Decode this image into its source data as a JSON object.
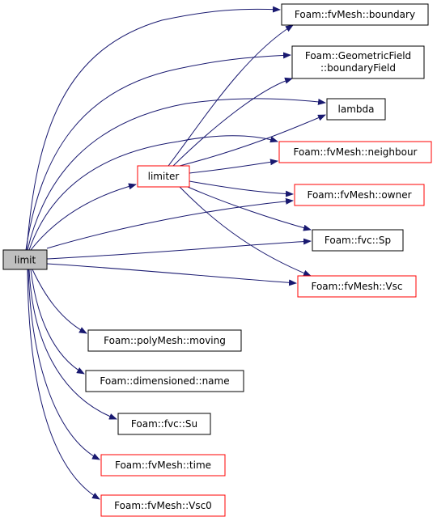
{
  "colors": {
    "edge": "#191970",
    "node_border_default": "#000000",
    "node_border_external": "#ff0000",
    "root_fill": "#bfbfbf",
    "node_fill": "#ffffff"
  },
  "nodes": {
    "limit": {
      "label": "limit",
      "kind": "root"
    },
    "limiter": {
      "label": "limiter",
      "kind": "external"
    },
    "boundary": {
      "label": "Foam::fvMesh::boundary",
      "kind": "default"
    },
    "geometricfield": {
      "label1": "Foam::GeometricField",
      "label2": "::boundaryField",
      "kind": "default"
    },
    "lambda": {
      "label": "lambda",
      "kind": "default"
    },
    "neighbour": {
      "label": "Foam::fvMesh::neighbour",
      "kind": "external"
    },
    "owner": {
      "label": "Foam::fvMesh::owner",
      "kind": "external"
    },
    "sp": {
      "label": "Foam::fvc::Sp",
      "kind": "default"
    },
    "vsc": {
      "label": "Foam::fvMesh::Vsc",
      "kind": "external"
    },
    "moving": {
      "label": "Foam::polyMesh::moving",
      "kind": "default"
    },
    "name": {
      "label": "Foam::dimensioned::name",
      "kind": "default"
    },
    "su": {
      "label": "Foam::fvc::Su",
      "kind": "default"
    },
    "time": {
      "label": "Foam::fvMesh::time",
      "kind": "external"
    },
    "vsc0": {
      "label": "Foam::fvMesh::Vsc0",
      "kind": "external"
    }
  },
  "edges": [
    {
      "from": "limit",
      "to": "boundary"
    },
    {
      "from": "limit",
      "to": "geometricfield"
    },
    {
      "from": "limit",
      "to": "lambda"
    },
    {
      "from": "limit",
      "to": "neighbour"
    },
    {
      "from": "limit",
      "to": "limiter"
    },
    {
      "from": "limit",
      "to": "owner"
    },
    {
      "from": "limit",
      "to": "sp"
    },
    {
      "from": "limit",
      "to": "vsc"
    },
    {
      "from": "limit",
      "to": "moving"
    },
    {
      "from": "limit",
      "to": "name"
    },
    {
      "from": "limit",
      "to": "su"
    },
    {
      "from": "limit",
      "to": "time"
    },
    {
      "from": "limit",
      "to": "vsc0"
    },
    {
      "from": "limiter",
      "to": "boundary"
    },
    {
      "from": "limiter",
      "to": "geometricfield"
    },
    {
      "from": "limiter",
      "to": "lambda"
    },
    {
      "from": "limiter",
      "to": "neighbour"
    },
    {
      "from": "limiter",
      "to": "owner"
    },
    {
      "from": "limiter",
      "to": "sp"
    },
    {
      "from": "limiter",
      "to": "vsc"
    }
  ]
}
